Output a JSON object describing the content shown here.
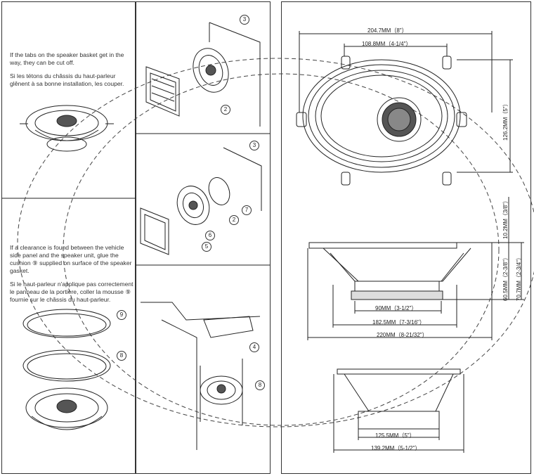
{
  "left": {
    "block1_en": "If the tabs on the speaker basket get in the way, they can be cut off.",
    "block1_fr": "Si les tétons du châssis du haut-parleur glênent à sa bonne installation, les couper.",
    "block2_en": "If a clearance is found between the vehicle side panel and the speaker unit, glue the cushion ⑨ supplied on surface of the speaker gasket.",
    "block2_fr": "Si le haut-parleur n'applique pas correctement le panneau de la portière, coller la mousse ⑨ fournie sur le châssis du haut-parleur.",
    "callout_9": "9",
    "callout_8": "8"
  },
  "middle": {
    "c3a": "3",
    "c2a": "2",
    "c3b": "3",
    "c7": "7",
    "c2b": "2",
    "c6": "6",
    "c5": "5",
    "c4": "4",
    "c8": "8"
  },
  "dims": {
    "w_overall": "204.7MM（8\"）",
    "w_holes": "108.8MM（4-1/4\"）",
    "h_overall": "126.2MM（5\"）",
    "depth_top": "10.2MM（3/8\"）",
    "depth_mount": "60.5MM（2-3/8\"）",
    "depth_total": "70.7MM（2-3/4\"）",
    "magnet": "90MM（3-1/2\"）",
    "frame_short": "182.5MM（7-3/16\"）",
    "frame_long": "220MM（8-21/32\"）",
    "side_inner": "125.5MM（5\"）",
    "side_outer": "139.2MM（5-1/2\"）"
  }
}
